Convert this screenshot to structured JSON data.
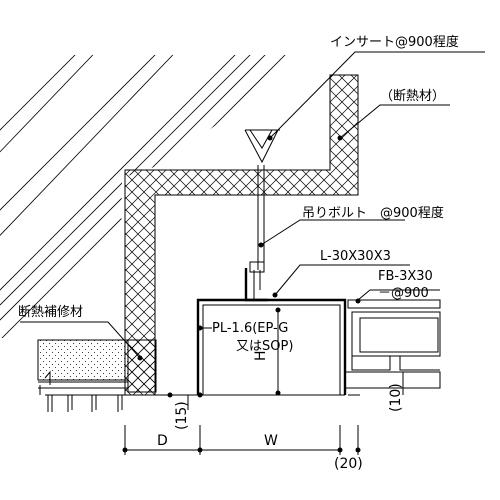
{
  "labels": {
    "insert": "インサート@900程度",
    "insulation": "（断熱材）",
    "hanger_bolt": "吊りボルト　@900程度",
    "angle": "L-30X30X3",
    "flat_bar_1": "FB-3X30",
    "flat_bar_2": "－@900",
    "insulation_repair": "断熱補修材",
    "plate_1": "PL-1.6(EP-G",
    "plate_2": "又はSOP)"
  },
  "dimensions": {
    "height": "H",
    "gap_15": "(15)",
    "gap_10": "(10)",
    "depth": "D",
    "width": "W",
    "gap_20": "(20)"
  }
}
